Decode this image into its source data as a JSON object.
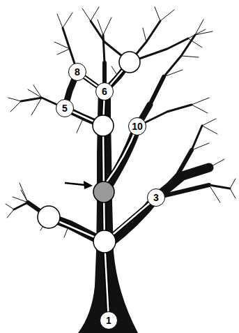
{
  "diagram": {
    "nodes": [
      {
        "text": [
          "8"
        ]
      },
      {
        "text": [
          "6"
        ]
      },
      {
        "text": [
          "5"
        ]
      },
      {
        "text": [
          "10"
        ]
      },
      {
        "text": [
          "3"
        ]
      },
      {
        "text": [
          "1"
        ]
      }
    ]
  }
}
